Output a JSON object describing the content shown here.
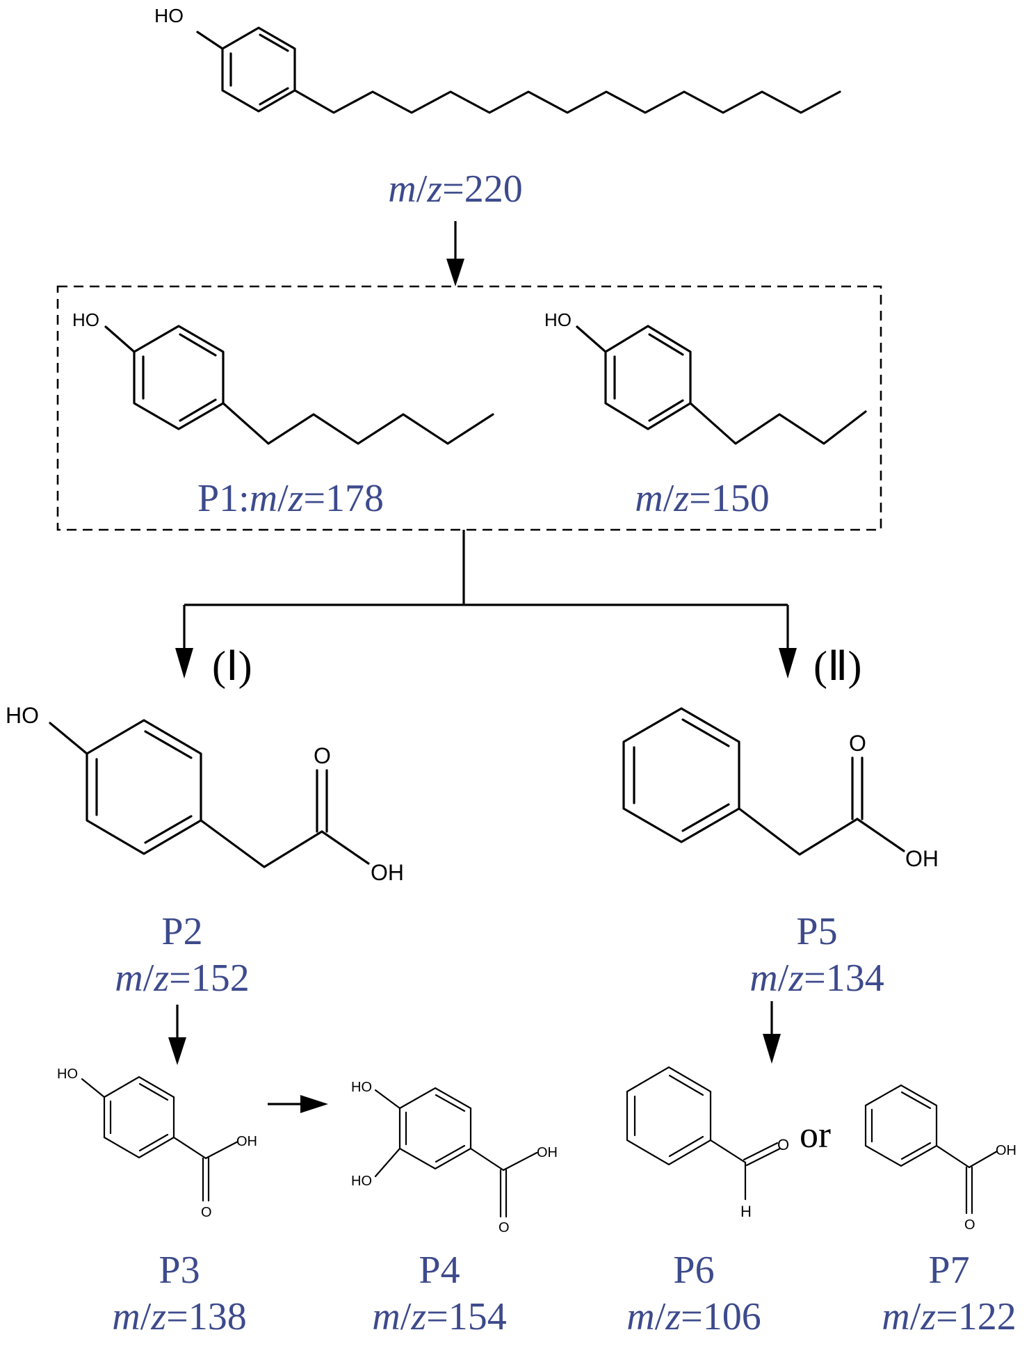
{
  "atoms": {
    "hydroxyl": "HO",
    "hydroxyl_r": "OH",
    "oxygen": "O",
    "hydrogen": "H"
  },
  "parent": {
    "italic_m": "m",
    "slash": "/",
    "italic_z": "z",
    "value": "=220"
  },
  "p1": {
    "id": "P1:",
    "italic_m": "m",
    "slash": "/",
    "italic_z": "z",
    "value": "=178"
  },
  "c150": {
    "italic_m": "m",
    "slash": "/",
    "italic_z": "z",
    "value": "=150"
  },
  "pathway_1": {
    "label": "(Ⅰ)"
  },
  "pathway_2": {
    "label": "(Ⅱ)"
  },
  "p2": {
    "id": "P2",
    "italic_m": "m",
    "slash": "/",
    "italic_z": "z",
    "value": "=152"
  },
  "p5": {
    "id": "P5",
    "italic_m": "m",
    "slash": "/",
    "italic_z": "z",
    "value": "=134"
  },
  "p3": {
    "id": "P3",
    "italic_m": "m",
    "slash": "/",
    "italic_z": "z",
    "value": "=138"
  },
  "p4": {
    "id": "P4",
    "italic_m": "m",
    "slash": "/",
    "italic_z": "z",
    "value": "=154"
  },
  "p6": {
    "id": "P6",
    "italic_m": "m",
    "slash": "/",
    "italic_z": "z",
    "value": "=106"
  },
  "p7": {
    "id": "P7",
    "italic_m": "m",
    "slash": "/",
    "italic_z": "z",
    "value": "=122"
  },
  "connector": {
    "or": "or"
  },
  "colors": {
    "label": "#3d4a8c",
    "structure": "#000000"
  }
}
